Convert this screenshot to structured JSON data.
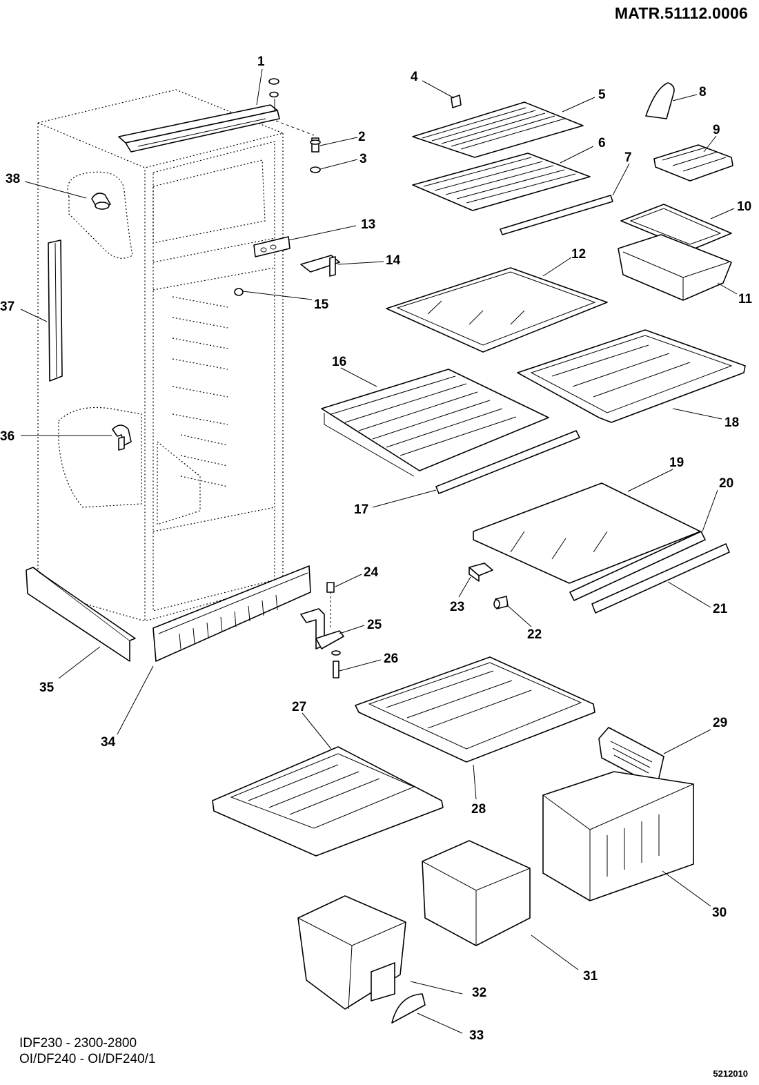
{
  "header": {
    "code": "MATR.51112.0006"
  },
  "footer": {
    "models_line1": "IDF230 - 2300-2800",
    "models_line2": "OI/DF240 - OI/DF240/1",
    "doc_number": "5212010"
  },
  "callouts": [
    "1",
    "2",
    "3",
    "4",
    "5",
    "6",
    "7",
    "8",
    "9",
    "10",
    "11",
    "12",
    "13",
    "14",
    "15",
    "16",
    "17",
    "18",
    "19",
    "20",
    "21",
    "22",
    "23",
    "24",
    "25",
    "26",
    "27",
    "28",
    "29",
    "30",
    "31",
    "32",
    "33",
    "34",
    "35",
    "36",
    "37",
    "38"
  ]
}
